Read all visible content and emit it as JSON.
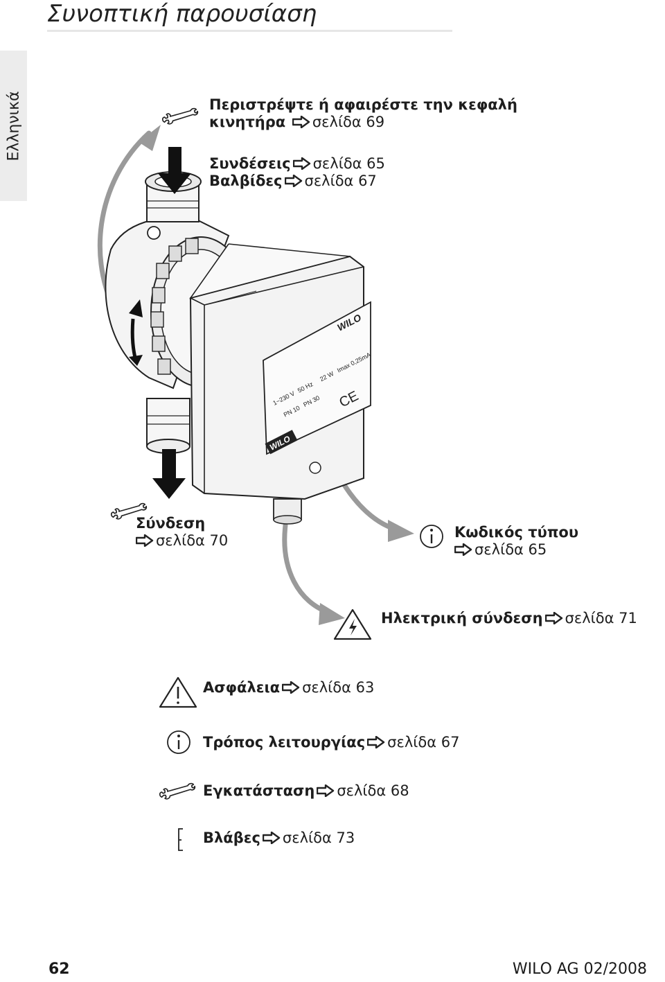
{
  "header": {
    "title": "Συνοπτική παρουσίαση"
  },
  "side_tab": {
    "label": "Ελληνικά"
  },
  "refs": {
    "rotate_head": {
      "label": "Περιστρέψτε ή αφαιρέστε την κεφαλή",
      "label2": "κινητήρα",
      "page": "σελίδα 69"
    },
    "connections": {
      "label": "Συνδέσεις",
      "page": "σελίδα 65"
    },
    "valves": {
      "label": "Βαλβίδες",
      "page": "σελίδα 67"
    },
    "connection": {
      "label": "Σύνδεση",
      "page": "σελίδα 70"
    },
    "type_code": {
      "label": "Κωδικός τύπου",
      "page": "σελίδα 65"
    },
    "electrical": {
      "label": "Ηλεκτρική σύνδεση",
      "page": "σελίδα 71"
    },
    "safety": {
      "label": "Ασφάλεια",
      "page": "σελίδα 63"
    },
    "operation": {
      "label": "Τρόπος λειτουργίας",
      "page": "σελίδα 67"
    },
    "installation": {
      "label": "Εγκατάσταση",
      "page": "σελίδα 68"
    },
    "faults": {
      "label": "Βλάβες",
      "page": "σελίδα 73"
    }
  },
  "nameplate": {
    "brand": "WILO",
    "voltage": "1~230 V",
    "frequency": "50 Hz",
    "power": "22 W",
    "current": "Imax 0,25mA",
    "pn1": "PN 10",
    "pn2": "PN 30",
    "ce": "CE",
    "bottom_brand": "WILO"
  },
  "footer": {
    "page_number": "62",
    "publisher": "WILO AG 02/2008"
  }
}
